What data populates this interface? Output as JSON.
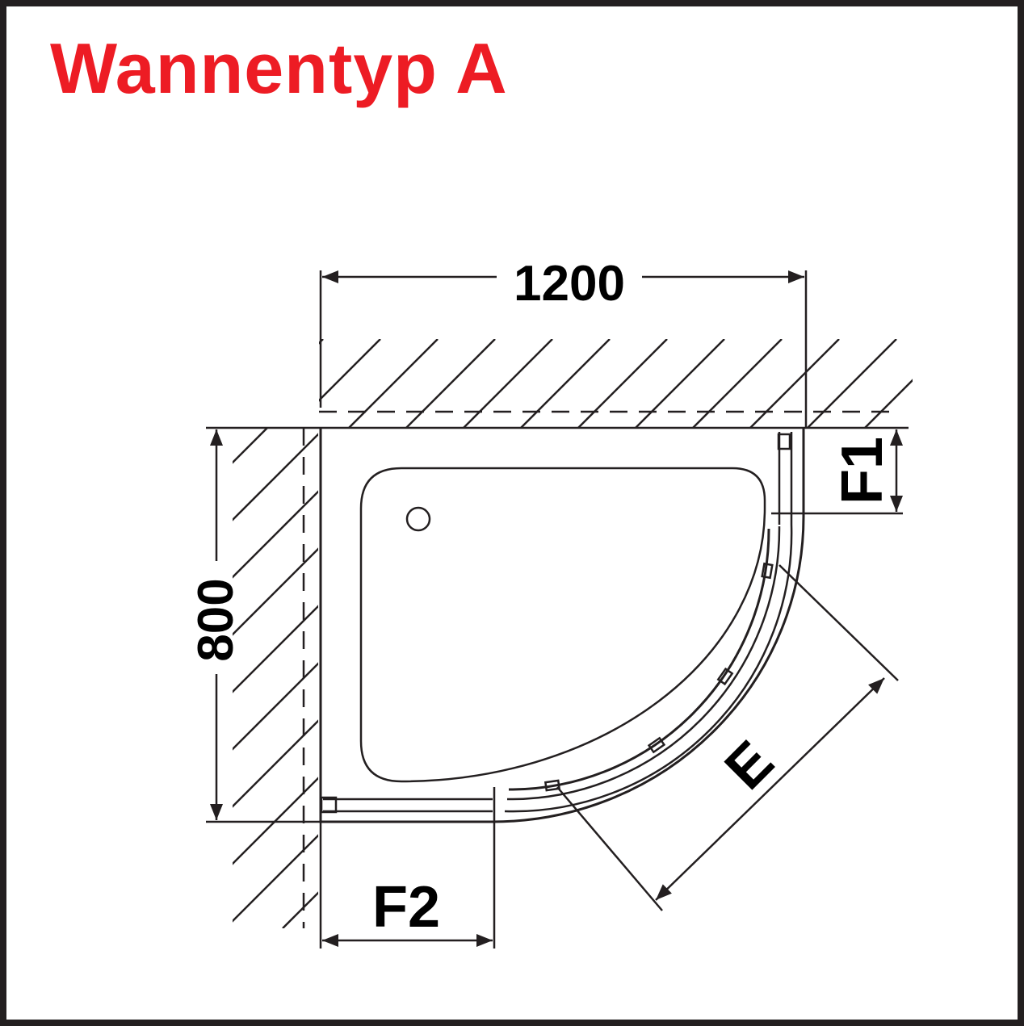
{
  "title": "Wannentyp A",
  "dimensions": {
    "width": "1200",
    "depth": "800",
    "f1": "F1",
    "f2": "F2",
    "e": "E"
  },
  "colors": {
    "title": "#ed1c24",
    "lines": "#231f20"
  }
}
